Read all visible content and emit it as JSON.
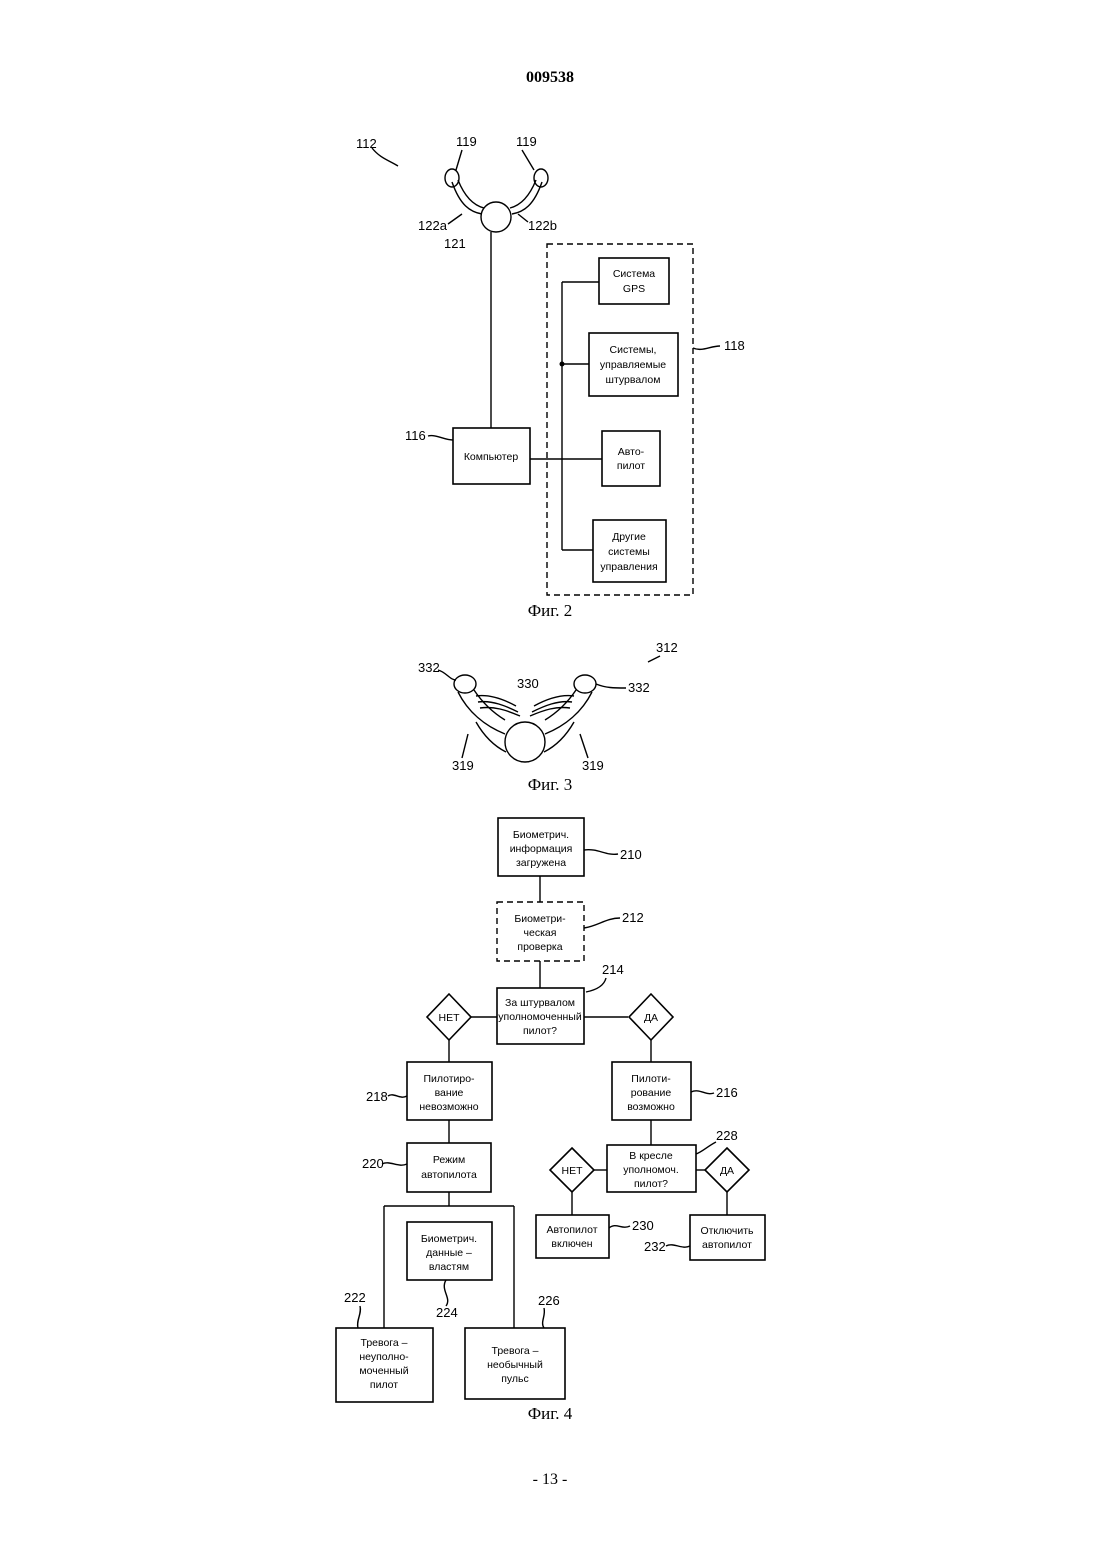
{
  "page": {
    "doc_number": "009538",
    "page_number": "- 13 -"
  },
  "fig2": {
    "caption": "Фиг. 2",
    "ref_wheel": "112",
    "ref_handle_left": "119",
    "ref_handle_right": "119",
    "ref_arm_left": "122a",
    "ref_arm_right": "122b",
    "ref_hub": "121",
    "ref_group": "118",
    "ref_computer": "116",
    "computer": "Компьютер",
    "gps": [
      "Система",
      "GPS"
    ],
    "wheel_systems": [
      "Системы,",
      "управляемые",
      "штурвалом"
    ],
    "autopilot": [
      "Авто-",
      "пилот"
    ],
    "other": [
      "Другие",
      "системы",
      "управления"
    ]
  },
  "fig3": {
    "caption": "Фиг. 3",
    "ref_wheel": "312",
    "ref_grip_left": "332",
    "ref_grip_right": "332",
    "ref_sensor": "330",
    "ref_arm_left": "319",
    "ref_arm_right": "319"
  },
  "fig4": {
    "caption": "Фиг. 4",
    "n210": {
      "ref": "210",
      "lines": [
        "Биометрич.",
        "информация",
        "загружена"
      ]
    },
    "n212": {
      "ref": "212",
      "lines": [
        "Биометри-",
        "ческая",
        "проверка"
      ]
    },
    "n214": {
      "ref": "214",
      "lines": [
        "За штурвалом",
        "уполномоченный",
        "пилот?"
      ]
    },
    "no_label_1": "НЕТ",
    "yes_label_1": "ДА",
    "n218": {
      "ref": "218",
      "lines": [
        "Пилотиро-",
        "вание",
        "невозможно"
      ]
    },
    "n216": {
      "ref": "216",
      "lines": [
        "Пилоти-",
        "рование",
        "возможно"
      ]
    },
    "n220": {
      "ref": "220",
      "lines": [
        "Режим",
        "автопилота"
      ]
    },
    "n228": {
      "ref": "228",
      "lines": [
        "В кресле",
        "уполномоч.",
        "пилот?"
      ]
    },
    "no_label_2": "НЕТ",
    "yes_label_2": "ДА",
    "n230": {
      "ref": "230",
      "lines": [
        "Автопилот",
        "включен"
      ]
    },
    "n232": {
      "ref": "232",
      "lines": [
        "Отключить",
        "автопилот"
      ]
    },
    "n224": {
      "ref": "224",
      "lines": [
        "Биометрич.",
        "данные –",
        "властям"
      ]
    },
    "n222": {
      "ref": "222",
      "lines": [
        "Тревога –",
        "неуполно-",
        "моченный",
        "пилот"
      ]
    },
    "n226": {
      "ref": "226",
      "lines": [
        "Тревога –",
        "необычный",
        "пульс"
      ]
    }
  }
}
